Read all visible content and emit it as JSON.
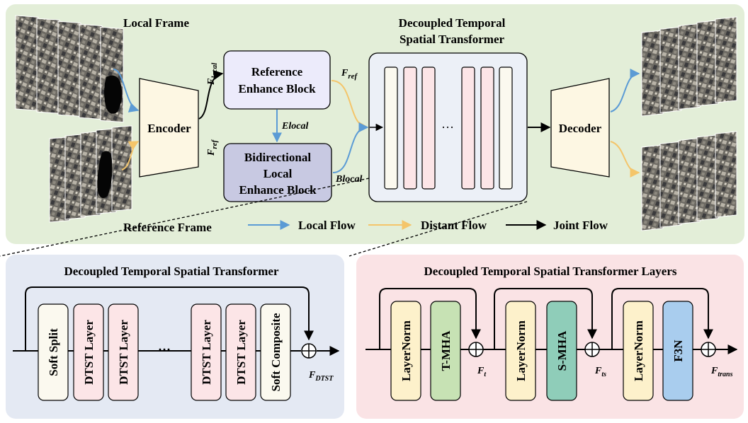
{
  "top_panel": {
    "local_frame_label": "Local Frame",
    "reference_frame_label": "Reference Frame",
    "encoder_label": "Encoder",
    "decoder_label": "Decoder",
    "f_local": {
      "base": "F",
      "sub": "local"
    },
    "f_ref_left": {
      "base": "F",
      "sub": "ref"
    },
    "f_ref_right": {
      "base": "F",
      "sub": "ref"
    },
    "reference_block": [
      "Reference",
      "Enhance Block"
    ],
    "bidirectional_block": [
      "Bidirectional",
      "Local",
      "Enhance Block"
    ],
    "elocal": "Elocal",
    "blocal": "Blocal",
    "transformer_title": [
      "Decoupled Temporal",
      "Spatial Transformer"
    ],
    "ellipsis": "···",
    "legend": {
      "local_flow": "Local Flow",
      "distant_flow": "Distant Flow",
      "joint_flow": "Joint Flow"
    }
  },
  "bottom_left": {
    "title": "Decoupled Temporal Spatial Transformer",
    "blocks": [
      "Soft Split",
      "DTST Layer",
      "DTST Layer",
      "DTST Layer",
      "DTST Layer",
      "Soft Composite"
    ],
    "ellipsis": "···",
    "output": {
      "base": "F",
      "sub": "DTST"
    }
  },
  "bottom_right": {
    "title": "Decoupled Temporal Spatial Transformer Layers",
    "blocks": [
      "LayerNorm",
      "T-MHA",
      "LayerNorm",
      "S-MHA",
      "LayerNorm",
      "F3N"
    ],
    "outputs": [
      {
        "base": "F",
        "sub": "t"
      },
      {
        "base": "F",
        "sub": "ts"
      },
      {
        "base": "F",
        "sub": "trans"
      }
    ]
  },
  "colors": {
    "top_bg": "#e3eed8",
    "left_bg": "#e4e9f3",
    "right_bg": "#fae3e5",
    "reference_block": "#ecebfb",
    "bidirectional_block": "#c8c9e2",
    "trapezoid": "#fdf7e3",
    "pink_layer": "#fce5e7",
    "layernorm": "#fdf1cb",
    "t_mha": "#c7e2b4",
    "s_mha": "#8fcdb9",
    "f3n": "#a9cdee",
    "local_flow": "#5b9bd5",
    "distant_flow": "#f4c56a"
  }
}
